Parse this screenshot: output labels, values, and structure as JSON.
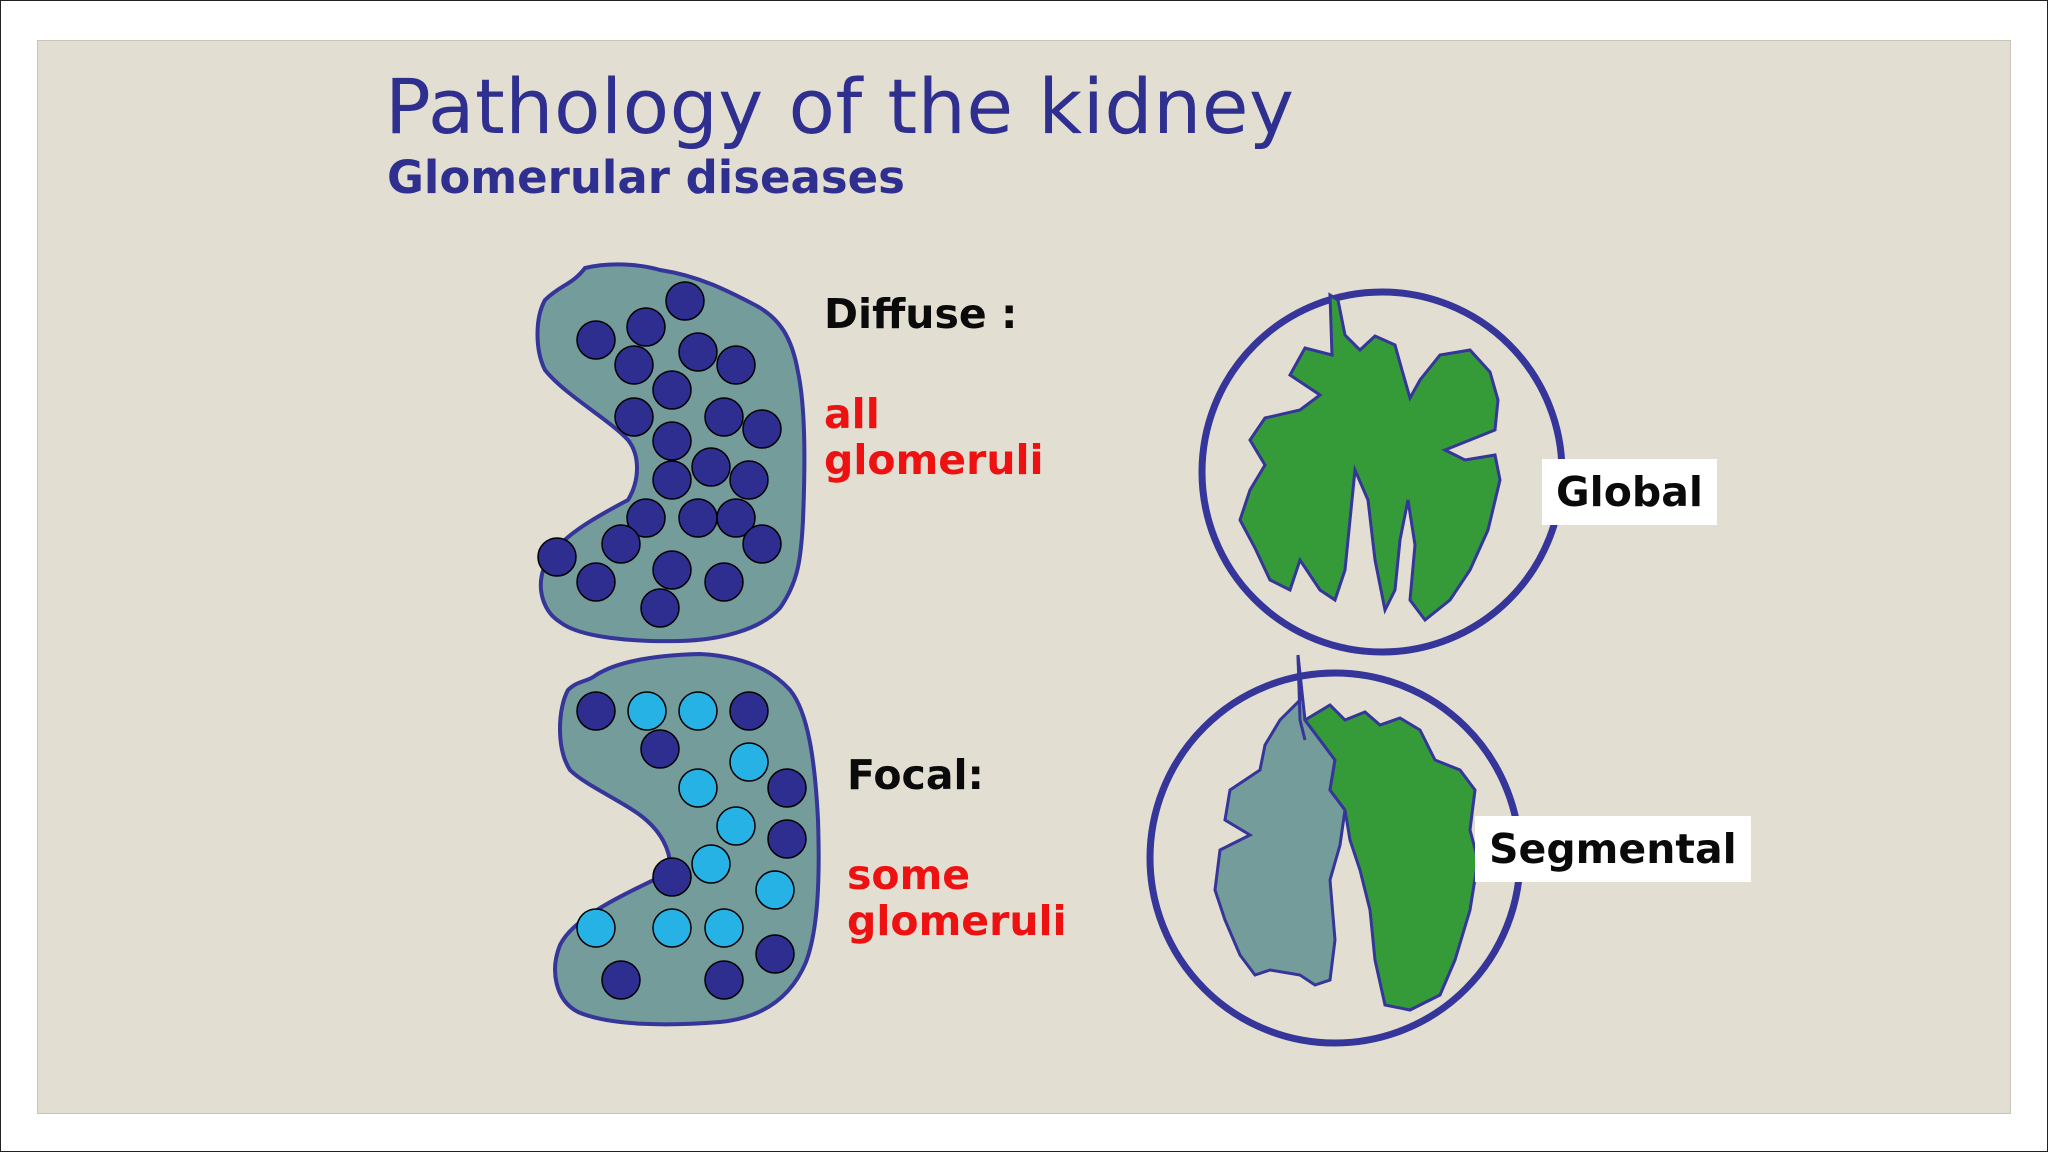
{
  "slide": {
    "title": "Pathology of the kidney",
    "subtitle": "Glomerular diseases"
  },
  "diffuse": {
    "heading": "Diffuse :",
    "line1": "all",
    "line2": "glomeruli"
  },
  "focal": {
    "heading": "Focal:",
    "line1": "some",
    "line2": "glomeruli"
  },
  "global": {
    "label": "Global"
  },
  "segmental": {
    "label": "Segmental"
  },
  "colors": {
    "title": "#2f2f8f",
    "kidney_fill": "#749c9a",
    "outline": "#35359a",
    "affected_glomerulus": "#2e2e90",
    "normal_glomerulus": "#27b2e6",
    "sclerosed_tissue": "#359a38",
    "emphasis_text": "#ee1111",
    "background": "#e2ded2"
  }
}
